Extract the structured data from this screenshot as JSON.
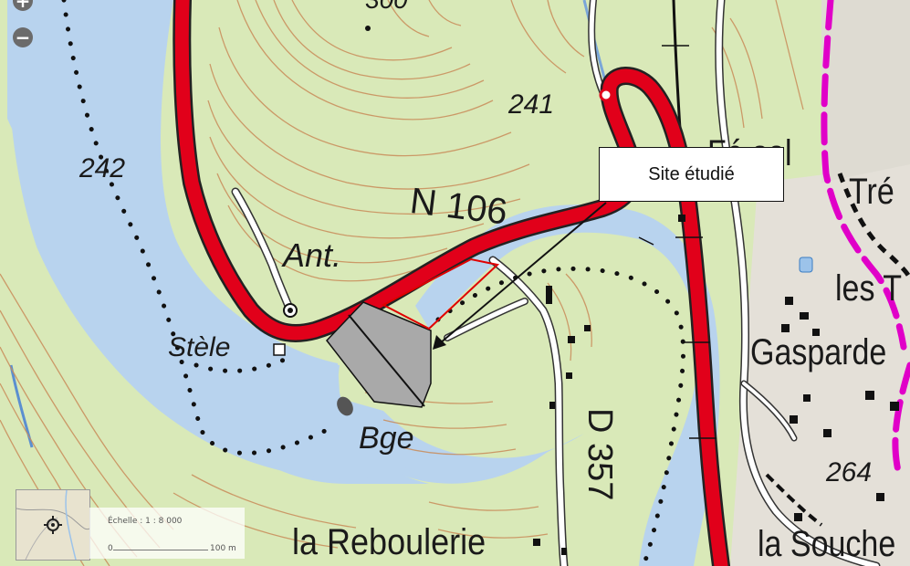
{
  "map": {
    "zoom_in_label": "+",
    "zoom_out_label": "−",
    "labels": {
      "spot_300": "300",
      "spot_242": "242",
      "spot_241": "241",
      "spot_264": "264",
      "n106": "N 106",
      "ant": "Ant.",
      "stele": "Stèle",
      "bge": "Bge",
      "d357": "D 357",
      "reboulerie": "la Reboulerie",
      "fe_sol": "Fé sol",
      "tre": "Tré",
      "les_t": "les T",
      "gasparde": "Gasparde",
      "souche": "la Souche"
    },
    "callout_text": "Site étudié",
    "scale": {
      "ratio_text": "Échelle : 1 : 8 000",
      "start": "0",
      "end": "100 m"
    },
    "colors": {
      "water": "#b8d3ee",
      "land": "#d9e9b8",
      "contour": "#c98c5a",
      "road_main": "#e1001a",
      "boundary": "#e000c8",
      "site_outline": "#e00000"
    },
    "icons": {
      "zoom_in": "plus-icon",
      "zoom_out": "minus-icon",
      "locate": "crosshair-icon"
    }
  }
}
